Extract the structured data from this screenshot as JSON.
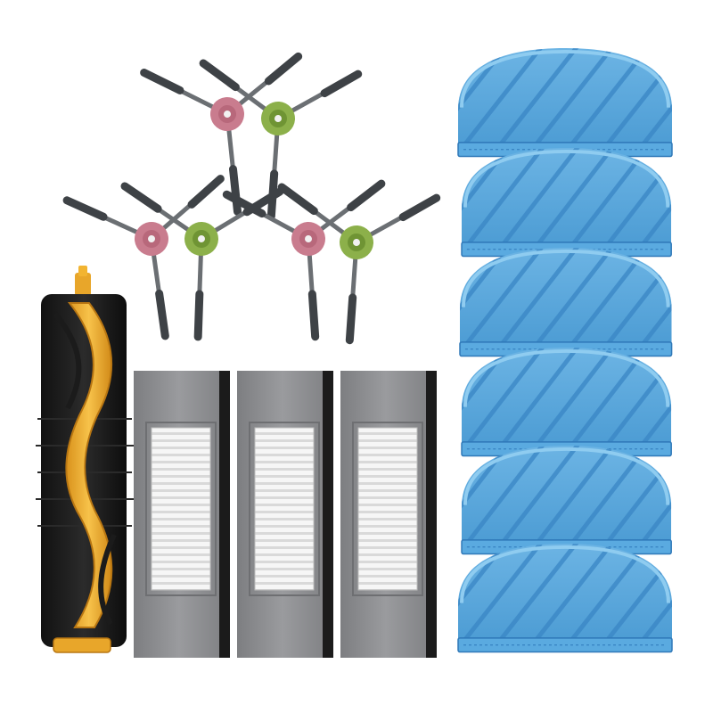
{
  "scene": {
    "background": "#ffffff",
    "product_parts": [
      {
        "part": "main-roller-brush",
        "count": 1,
        "colors": [
          "#f2b431",
          "#1a1a1a"
        ]
      },
      {
        "part": "side-brush",
        "count": 6,
        "hub_colors": [
          "#c97c8e",
          "#8cb04a"
        ],
        "bristle_color": "#5e6266"
      },
      {
        "part": "hepa-filter",
        "count": 3,
        "colors": [
          "#8e8f92",
          "#f4f4f4",
          "#222222"
        ]
      },
      {
        "part": "mop-pad",
        "count": 6,
        "colors": [
          "#4f9fd6",
          "#7cc0ea",
          "#2f78b8"
        ]
      }
    ]
  }
}
